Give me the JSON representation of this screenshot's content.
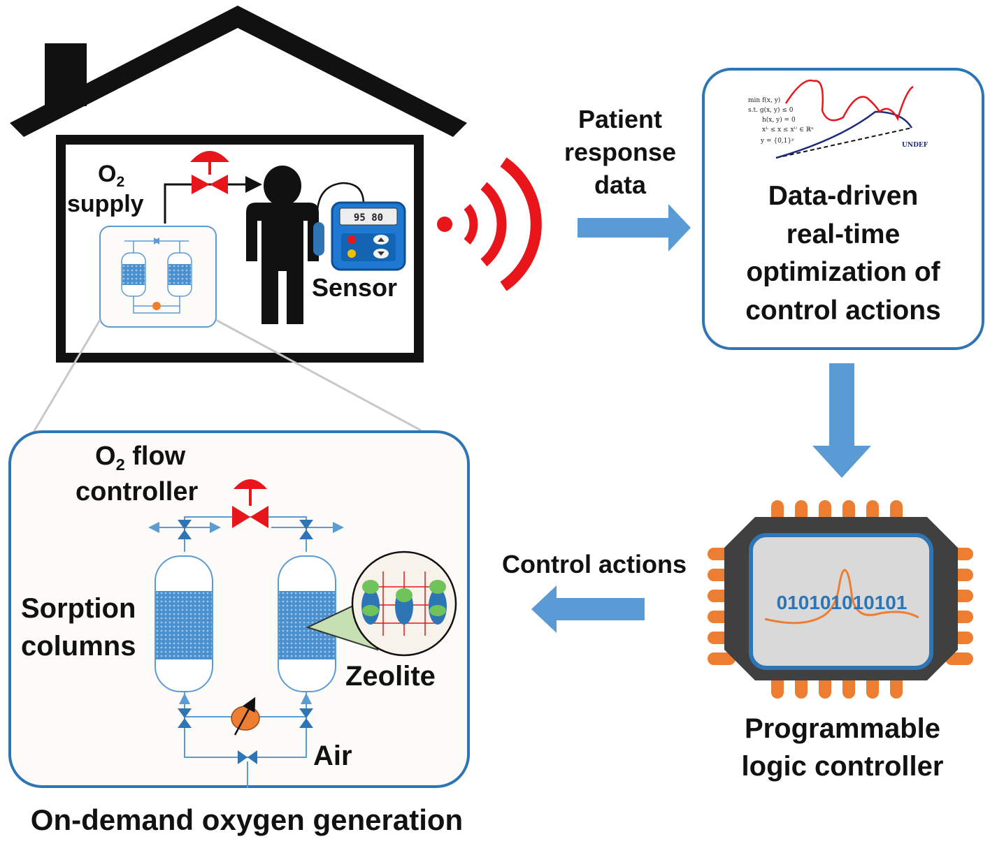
{
  "house": {
    "o2_supply": {
      "o": "O",
      "sub": "2",
      "rest": "supply"
    },
    "sensor_label": "Sensor",
    "sensor_display": "95 80"
  },
  "signal": {
    "patient_data_label": [
      "Patient",
      "response",
      "data"
    ]
  },
  "optimization": {
    "label": [
      "Data-driven",
      "real-time",
      "optimization of",
      "control actions"
    ],
    "formula_lines": [
      "min f(x, y)",
      "s.t.  g(x, y) ≤ 0",
      "h(x, y) = 0",
      "xᴸ ≤ x ≤ xᵁ ∈ ℝⁿ",
      "y = {0,1}ᵖ"
    ],
    "chart_tag": "UNDEF"
  },
  "plc": {
    "label": [
      "Programmable",
      "logic controller"
    ],
    "binary": "010101010101",
    "control_actions_label": "Control actions"
  },
  "generator": {
    "flow_controller": {
      "o": "O",
      "sub": "2",
      "rest": " flow",
      "line2": "controller"
    },
    "sorption_label": [
      "Sorption",
      "columns"
    ],
    "zeolite_label": "Zeolite",
    "air_label": "Air",
    "caption": "On-demand oxygen generation"
  },
  "colors": {
    "accent_blue": "#2e75b6",
    "arrow_blue": "#5b9bd5",
    "valve_red": "#e8151b",
    "orange": "#ed7d31",
    "chip_dark": "#404040",
    "chip_screen": "#d9d9d9"
  }
}
